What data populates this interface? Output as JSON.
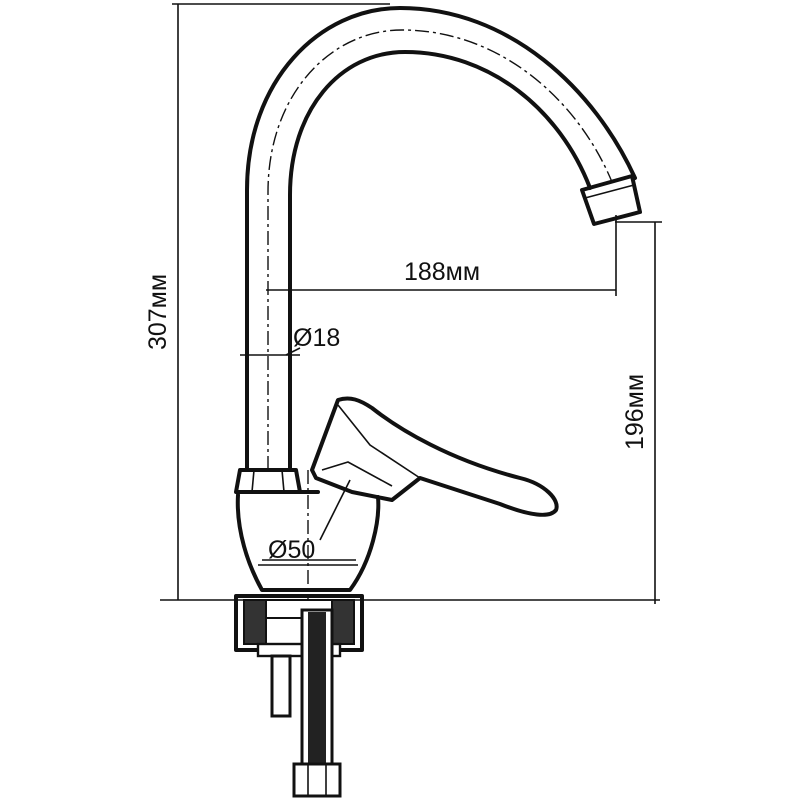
{
  "dimensions": {
    "total_height": "307мм",
    "reach": "188мм",
    "spout_height": "196мм",
    "spout_diameter": "Ø18",
    "base_diameter": "Ø50"
  }
}
